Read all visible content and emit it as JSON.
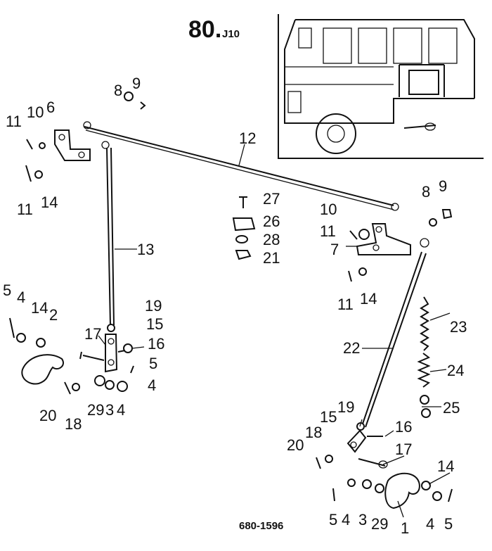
{
  "header": {
    "title_main": "80.",
    "title_sub": "J10"
  },
  "drawing_number": "680-1596",
  "colors": {
    "ink": "#111111",
    "paper": "#ffffff"
  },
  "callouts": [
    {
      "id": "c11a",
      "text": "11"
    },
    {
      "id": "c10a",
      "text": "10"
    },
    {
      "id": "c6",
      "text": "6"
    },
    {
      "id": "c8a",
      "text": "8"
    },
    {
      "id": "c9a",
      "text": "9"
    },
    {
      "id": "c12",
      "text": "12"
    },
    {
      "id": "c11b",
      "text": "11"
    },
    {
      "id": "c14a",
      "text": "14"
    },
    {
      "id": "c13",
      "text": "13"
    },
    {
      "id": "c27",
      "text": "27"
    },
    {
      "id": "c26",
      "text": "26"
    },
    {
      "id": "c28",
      "text": "28"
    },
    {
      "id": "c21",
      "text": "21"
    },
    {
      "id": "c8b",
      "text": "8"
    },
    {
      "id": "c9b",
      "text": "9"
    },
    {
      "id": "c10b",
      "text": "10"
    },
    {
      "id": "c11c",
      "text": "11"
    },
    {
      "id": "c7",
      "text": "7"
    },
    {
      "id": "c11d",
      "text": "11"
    },
    {
      "id": "c14b",
      "text": "14"
    },
    {
      "id": "c5a",
      "text": "5"
    },
    {
      "id": "c4a",
      "text": "4"
    },
    {
      "id": "c14c",
      "text": "14"
    },
    {
      "id": "c2",
      "text": "2"
    },
    {
      "id": "c19a",
      "text": "19"
    },
    {
      "id": "c15a",
      "text": "15"
    },
    {
      "id": "c17a",
      "text": "17"
    },
    {
      "id": "c16a",
      "text": "16"
    },
    {
      "id": "c5b",
      "text": "5"
    },
    {
      "id": "c4b",
      "text": "4"
    },
    {
      "id": "c20a",
      "text": "20"
    },
    {
      "id": "c18a",
      "text": "18"
    },
    {
      "id": "c29a",
      "text": "29"
    },
    {
      "id": "c3a",
      "text": "3"
    },
    {
      "id": "c4c",
      "text": "4"
    },
    {
      "id": "c23",
      "text": "23"
    },
    {
      "id": "c22",
      "text": "22"
    },
    {
      "id": "c24",
      "text": "24"
    },
    {
      "id": "c25",
      "text": "25"
    },
    {
      "id": "c19b",
      "text": "19"
    },
    {
      "id": "c15b",
      "text": "15"
    },
    {
      "id": "c16b",
      "text": "16"
    },
    {
      "id": "c18b",
      "text": "18"
    },
    {
      "id": "c20b",
      "text": "20"
    },
    {
      "id": "c17b",
      "text": "17"
    },
    {
      "id": "c14d",
      "text": "14"
    },
    {
      "id": "c5c",
      "text": "5"
    },
    {
      "id": "c4d",
      "text": "4"
    },
    {
      "id": "c3b",
      "text": "3"
    },
    {
      "id": "c29b",
      "text": "29"
    },
    {
      "id": "c1",
      "text": "1"
    },
    {
      "id": "c4e",
      "text": "4"
    },
    {
      "id": "c5d",
      "text": "5"
    }
  ]
}
